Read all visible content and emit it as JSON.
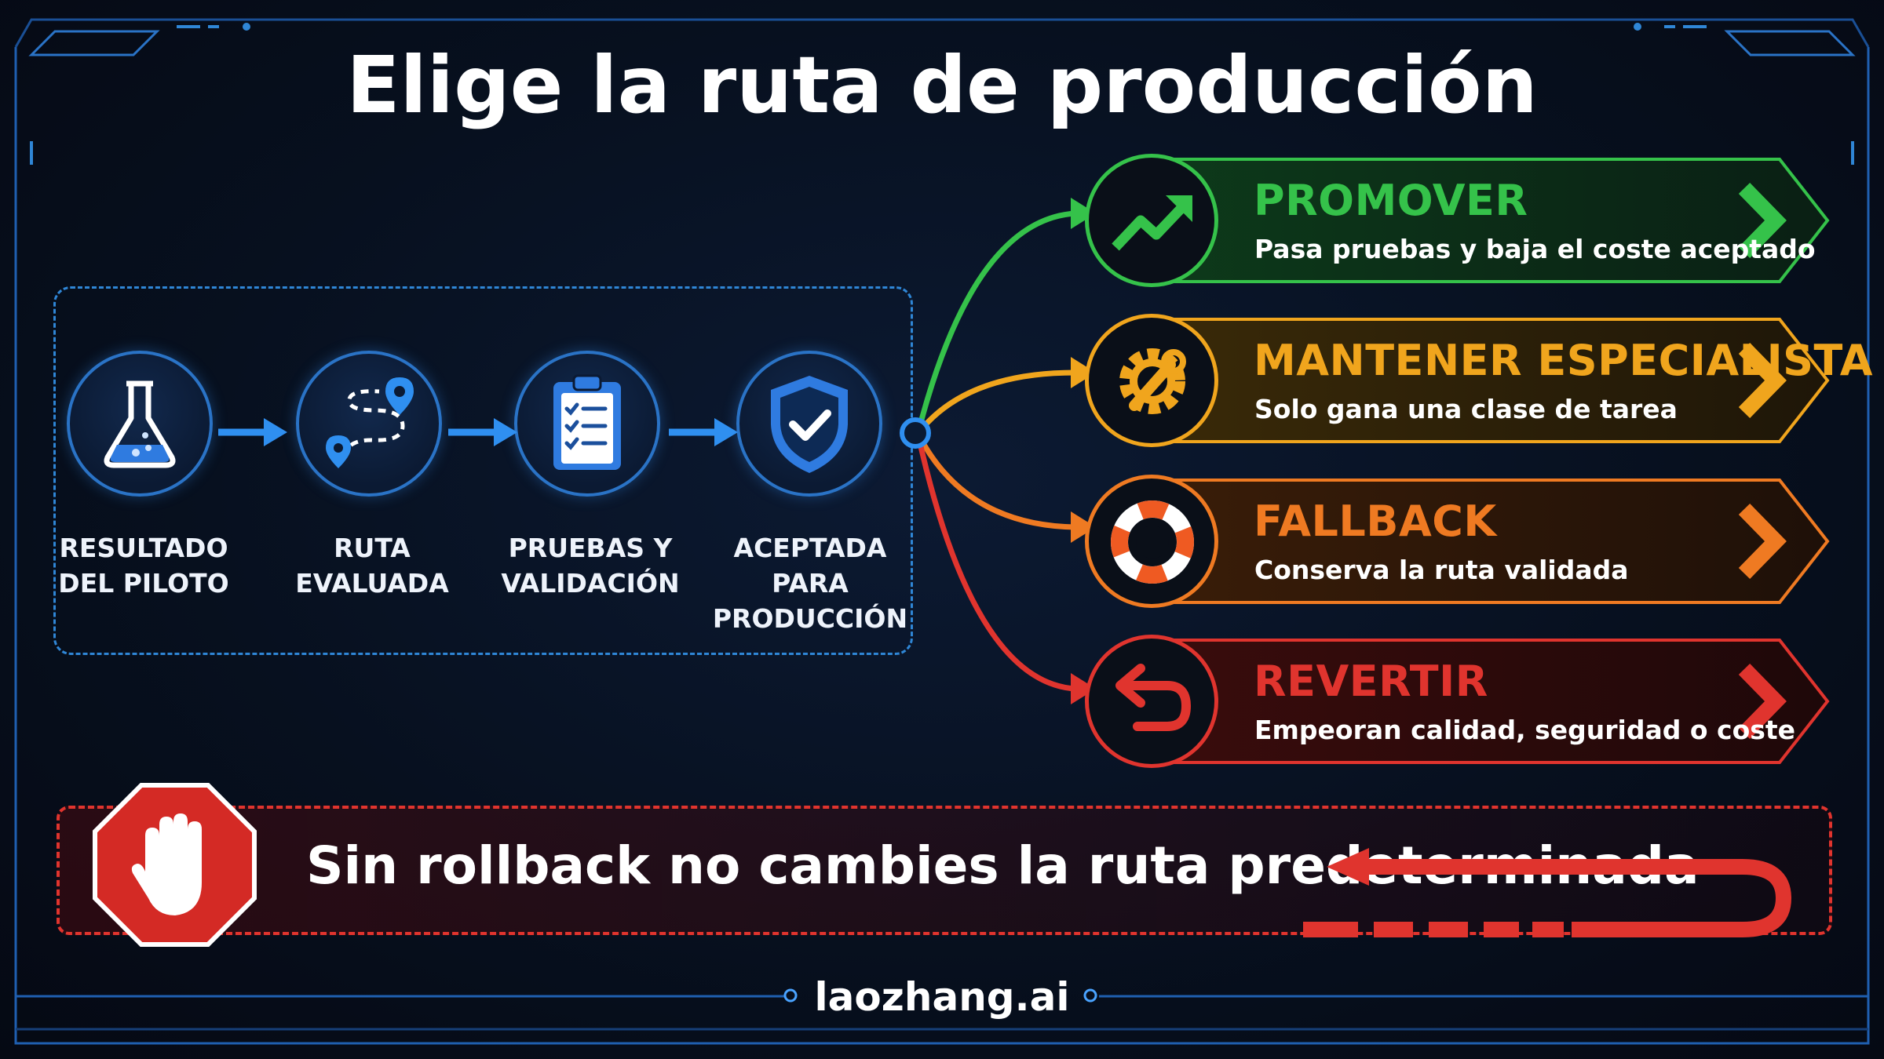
{
  "title": "Elige la ruta de producción",
  "pipeline": {
    "steps": [
      {
        "label": "RESULTADO\nDEL PILOTO",
        "icon": "flask-icon"
      },
      {
        "label": "RUTA\nEVALUADA",
        "icon": "route-icon"
      },
      {
        "label": "PRUEBAS Y\nVALIDACIÓN",
        "icon": "clipboard-checklist-icon"
      },
      {
        "label": "ACEPTADA PARA\nPRODUCCIÓN",
        "icon": "shield-check-icon"
      }
    ]
  },
  "options": [
    {
      "title": "PROMOVER",
      "subtitle": "Pasa pruebas y baja el coste aceptado",
      "icon": "trending-up-icon",
      "color": "#35c24a"
    },
    {
      "title": "MANTENER ESPECIALISTA",
      "subtitle": "Solo gana una clase de tarea",
      "icon": "gear-wrench-icon",
      "color": "#f0a51d"
    },
    {
      "title": "FALLBACK",
      "subtitle": "Conserva la ruta validada",
      "icon": "lifebuoy-icon",
      "color": "#ef7a22"
    },
    {
      "title": "REVERTIR",
      "subtitle": "Empeoran calidad, seguridad o coste",
      "icon": "undo-arrow-icon",
      "color": "#e0342e"
    }
  ],
  "warning": {
    "text": "Sin rollback no cambies la ruta predeterminada",
    "icon": "stop-hand-icon",
    "color": "#e0342e"
  },
  "footer": "laozhang.ai",
  "accent": "#2f86d6"
}
